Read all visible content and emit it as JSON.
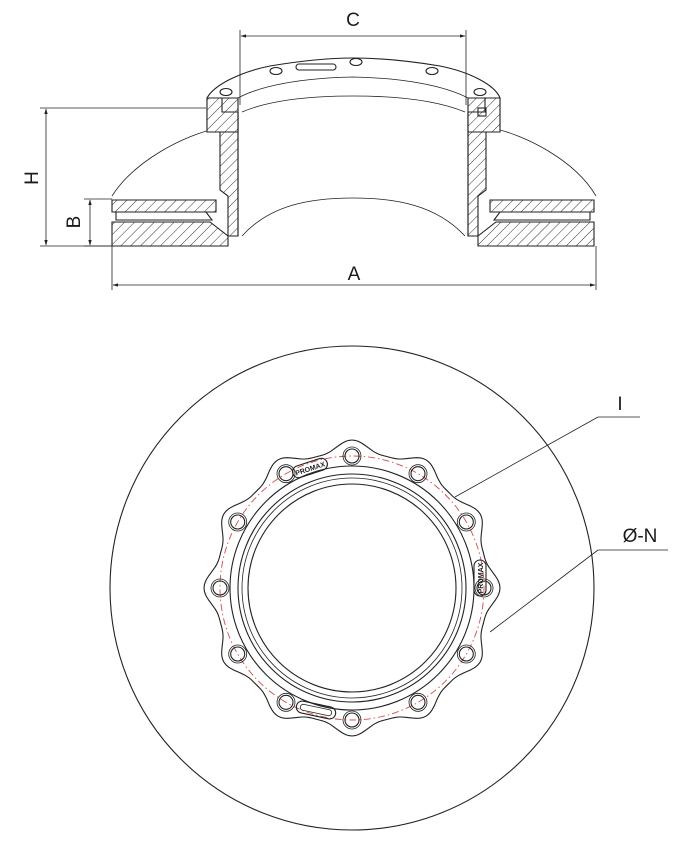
{
  "dimension_labels": {
    "outer_diameter": "A",
    "disc_thickness": "B",
    "hat_diameter": "C",
    "overall_height": "H",
    "wear_indicator": "I",
    "bolt_circle": "Ø-N"
  },
  "stamp_text": "PROMAX",
  "colors": {
    "line": "#222222",
    "center_line": "#d94a4a",
    "background": "#ffffff"
  },
  "bolt_hole_count": 12
}
